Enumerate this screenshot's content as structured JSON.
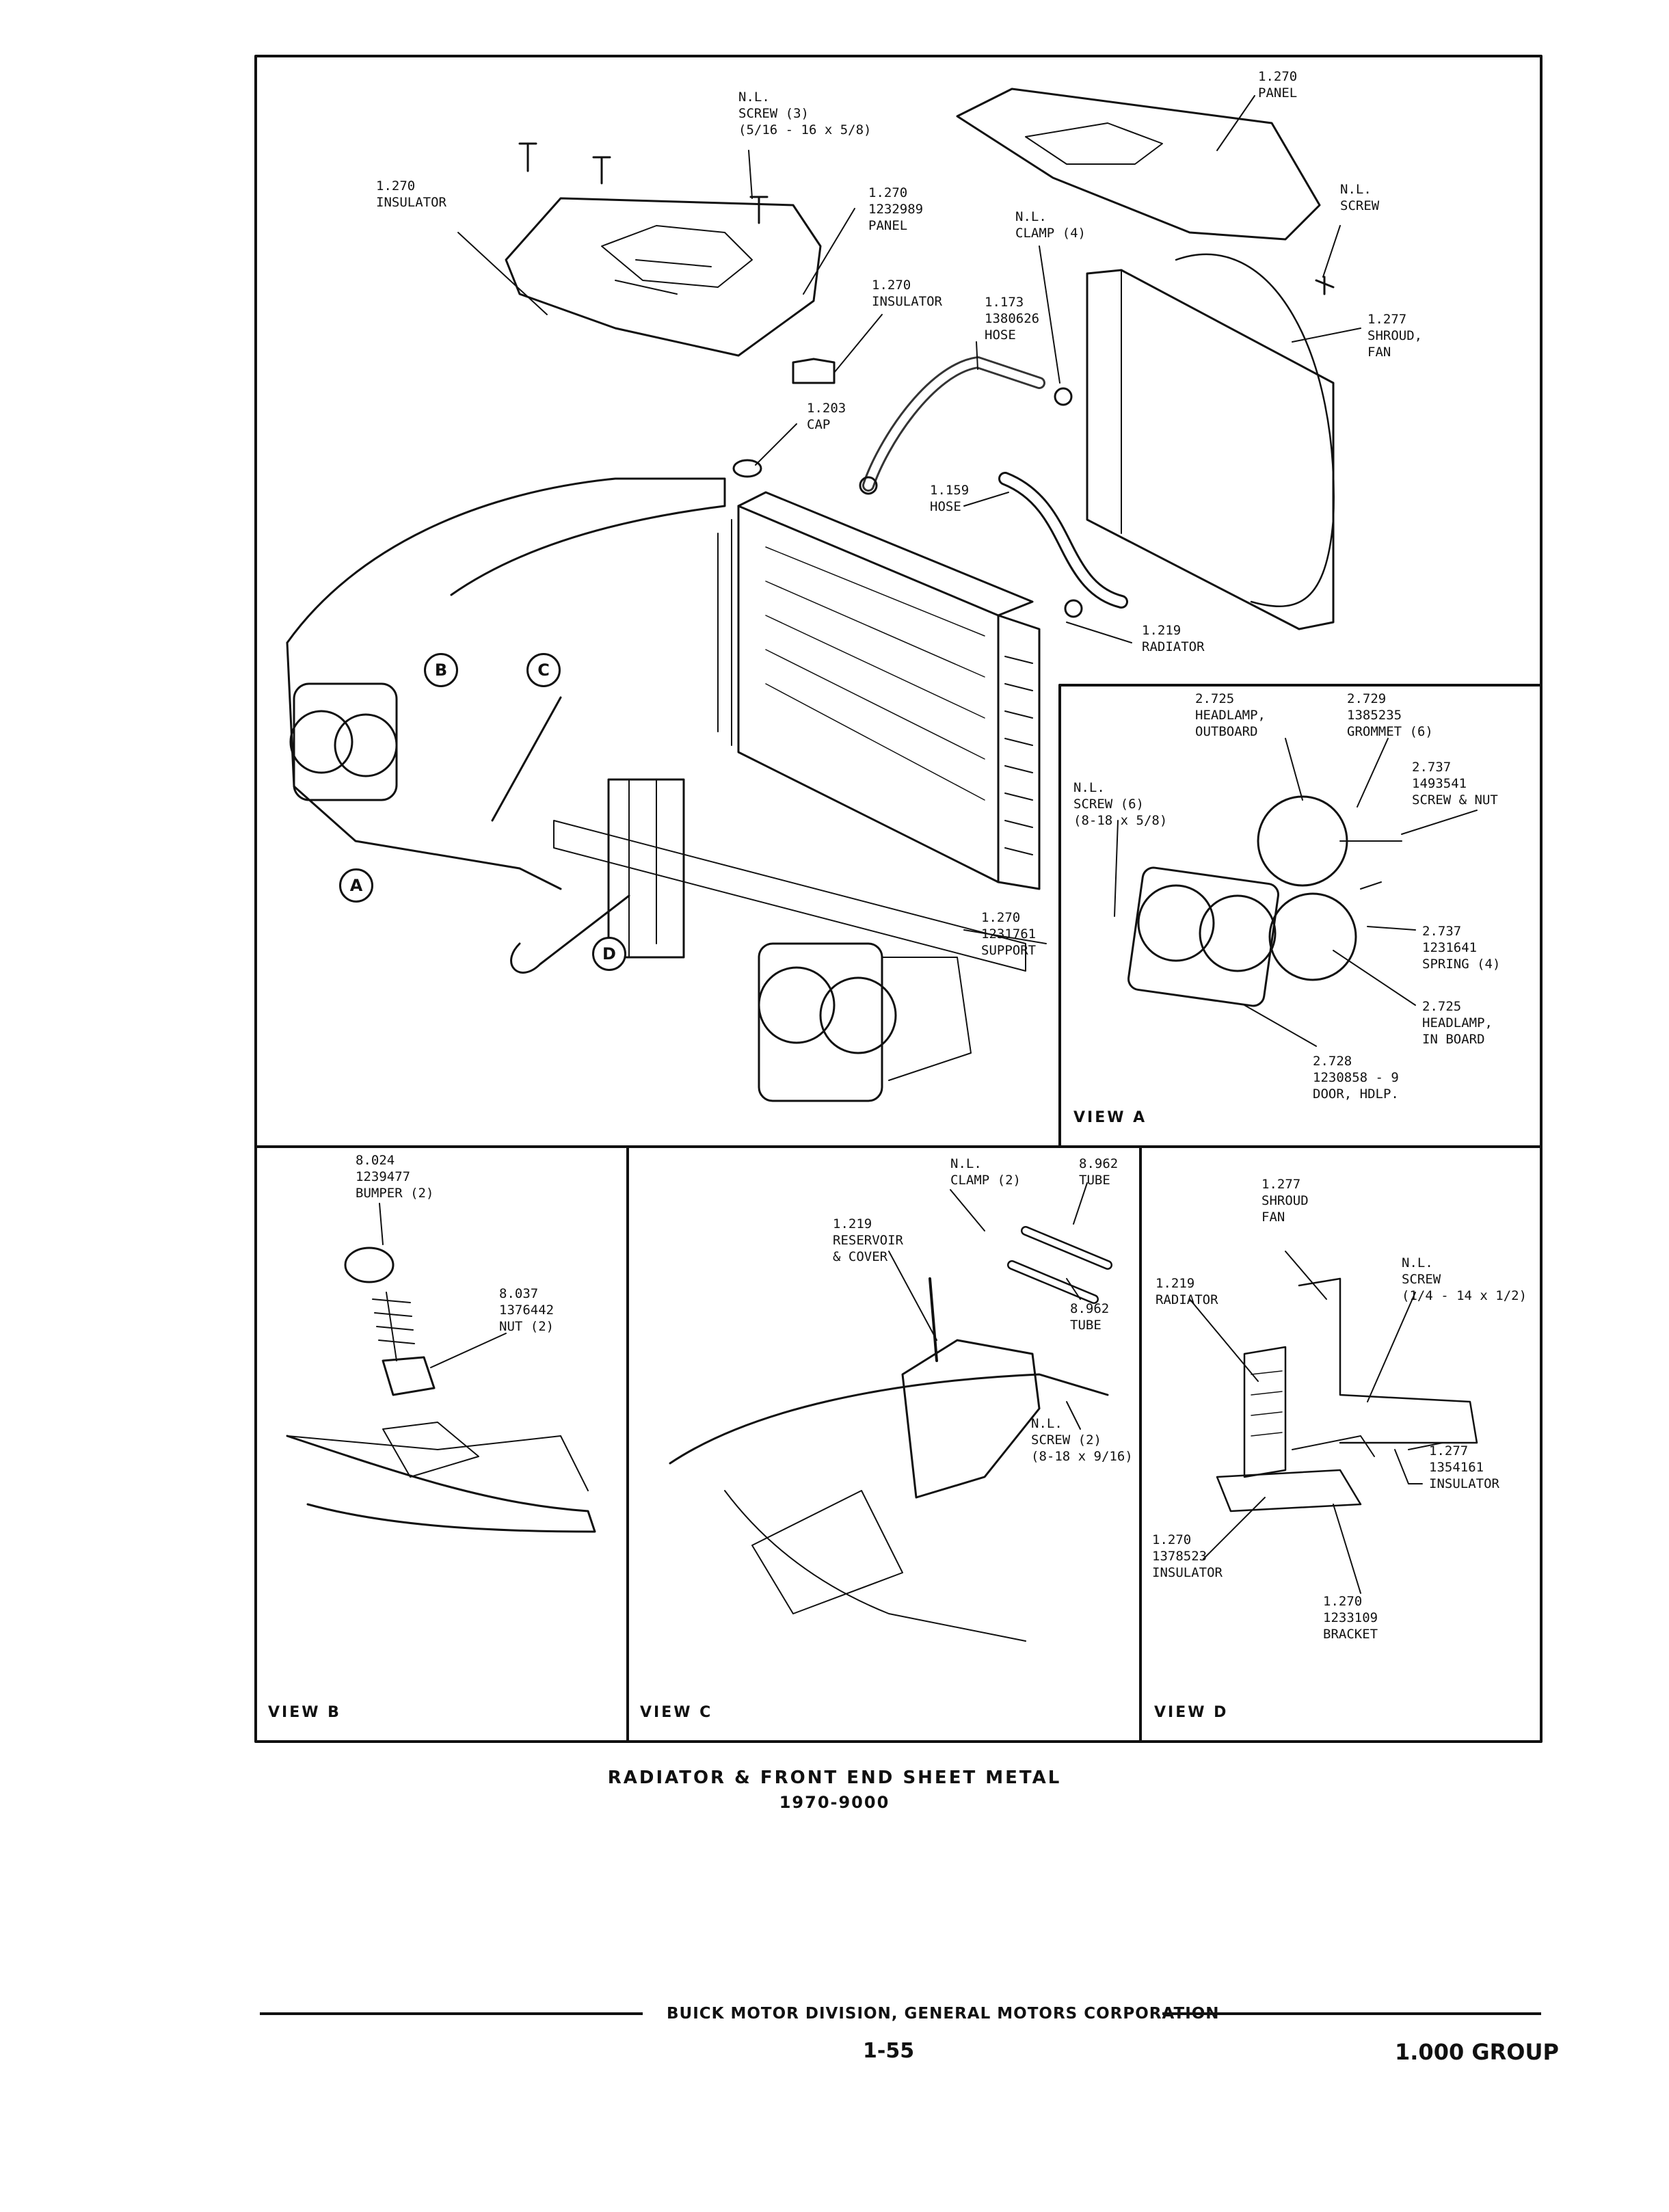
{
  "main_view": {
    "labels": [
      {
        "id": "nl-screw-3",
        "text": "N.L.\nSCREW (3)\n(5/16 - 16 x 5/8)"
      },
      {
        "id": "insulator-top-left",
        "text": "1.270\nINSULATOR"
      },
      {
        "id": "panel-1232989",
        "text": "1.270\n1232989\nPANEL"
      },
      {
        "id": "insulator-top-mid",
        "text": "1.270\nINSULATOR"
      },
      {
        "id": "cap",
        "text": "1.203\nCAP"
      },
      {
        "id": "clamp-4",
        "text": "N.L.\nCLAMP (4)"
      },
      {
        "id": "hose-1380626",
        "text": "1.173\n1380626\nHOSE"
      },
      {
        "id": "hose-lower",
        "text": "1.159\nHOSE"
      },
      {
        "id": "panel-top-right",
        "text": "1.270\nPANEL"
      },
      {
        "id": "nl-screw-right",
        "text": "N.L.\nSCREW"
      },
      {
        "id": "shroud-fan",
        "text": "1.277\nSHROUD,\nFAN"
      },
      {
        "id": "radiator",
        "text": "1.219\nRADIATOR"
      },
      {
        "id": "support",
        "text": "1.270\n1231761\nSUPPORT"
      }
    ],
    "callouts": [
      "A",
      "B",
      "C",
      "D"
    ]
  },
  "view_a": {
    "title": "VIEW A",
    "labels": [
      {
        "id": "headlamp-outboard",
        "text": "2.725\nHEADLAMP,\nOUTBOARD"
      },
      {
        "id": "grommet",
        "text": "2.729\n1385235\nGROMMET (6)"
      },
      {
        "id": "screw-nut",
        "text": "2.737\n1493541\nSCREW & NUT"
      },
      {
        "id": "nl-screw-6",
        "text": "N.L.\nSCREW (6)\n(8-18 x 5/8)"
      },
      {
        "id": "spring",
        "text": "2.737\n1231641\nSPRING (4)"
      },
      {
        "id": "headlamp-inboard",
        "text": "2.725\nHEADLAMP,\nIN BOARD"
      },
      {
        "id": "door-hdlp",
        "text": "2.728\n1230858 - 9\nDOOR, HDLP."
      }
    ]
  },
  "view_b": {
    "title": "VIEW B",
    "labels": [
      {
        "id": "bumper",
        "text": "8.024\n1239477\nBUMPER (2)"
      },
      {
        "id": "nut",
        "text": "8.037\n1376442\nNUT (2)"
      }
    ]
  },
  "view_c": {
    "title": "VIEW C",
    "labels": [
      {
        "id": "nl-clamp-2",
        "text": "N.L.\nCLAMP (2)"
      },
      {
        "id": "tube-top",
        "text": "8.962\nTUBE"
      },
      {
        "id": "reservoir",
        "text": "1.219\nRESERVOIR\n& COVER"
      },
      {
        "id": "tube-mid",
        "text": "8.962\nTUBE"
      },
      {
        "id": "nl-screw-2",
        "text": "N.L.\nSCREW (2)\n(8-18 x 9/16)"
      }
    ]
  },
  "view_d": {
    "title": "VIEW D",
    "labels": [
      {
        "id": "shroud-fan-d",
        "text": "1.277\nSHROUD\nFAN"
      },
      {
        "id": "nl-screw-d",
        "text": "N.L.\nSCREW\n(1/4 - 14 x 1/2)"
      },
      {
        "id": "radiator-d",
        "text": "1.219\nRADIATOR"
      },
      {
        "id": "insulator-1354161",
        "text": "1.277\n1354161\nINSULATOR"
      },
      {
        "id": "insulator-1378523",
        "text": "1.270\n1378523\nINSULATOR"
      },
      {
        "id": "bracket",
        "text": "1.270\n1233109\nBRACKET"
      }
    ]
  },
  "caption": {
    "title": "RADIATOR & FRONT END SHEET METAL",
    "code": "1970-9000"
  },
  "footer": {
    "company": "BUICK MOTOR DIVISION, GENERAL MOTORS CORPORATION",
    "page": "1-55",
    "group": "1.000 GROUP"
  }
}
